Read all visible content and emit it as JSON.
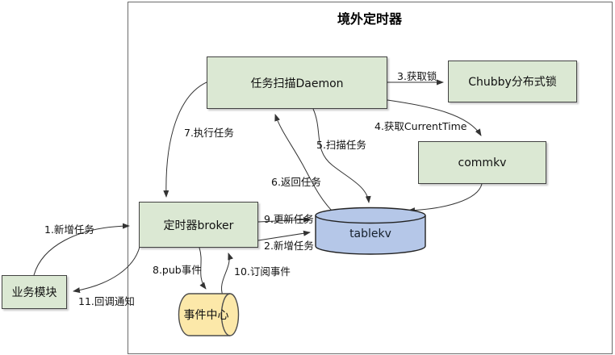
{
  "diagram": {
    "title": "境外定时器",
    "nodes": {
      "daemon": {
        "label": "任务扫描Daemon",
        "type": "box",
        "fill": "#dbe8d3"
      },
      "chubby": {
        "label": "Chubby分布式锁",
        "type": "box",
        "fill": "#dbe8d3"
      },
      "commkv": {
        "label": "commkv",
        "type": "box",
        "fill": "#dbe8d3"
      },
      "broker": {
        "label": "定时器broker",
        "type": "box",
        "fill": "#dbe8d3"
      },
      "tablekv": {
        "label": "tablekv",
        "type": "cylinder-vertical",
        "fill": "#b5c7e8"
      },
      "event_center": {
        "label": "事件中心",
        "type": "cylinder-horizontal",
        "fill": "#fce8a9"
      },
      "business": {
        "label": "业务模块",
        "type": "box",
        "fill": "#dbe8d3"
      }
    },
    "edges": {
      "e1": {
        "label": "1.新增任务",
        "from": "business",
        "to": "broker"
      },
      "e2": {
        "label": "2.新增任务",
        "from": "broker",
        "to": "tablekv"
      },
      "e3": {
        "label": "3.获取锁",
        "from": "daemon",
        "to": "chubby"
      },
      "e4": {
        "label": "4.获取CurrentTime",
        "from": "daemon",
        "to": "commkv"
      },
      "e5": {
        "label": "5.扫描任务",
        "from": "daemon",
        "to": "tablekv"
      },
      "e6": {
        "label": "6.返回任务",
        "from": "tablekv",
        "to": "daemon"
      },
      "e7": {
        "label": "7.执行任务",
        "from": "daemon",
        "to": "broker"
      },
      "e8": {
        "label": "8.pub事件",
        "from": "broker",
        "to": "event_center"
      },
      "e9": {
        "label": "9.更新任务",
        "from": "broker",
        "to": "tablekv"
      },
      "e10": {
        "label": "10.订阅事件",
        "from": "event_center",
        "to": "broker"
      },
      "e11": {
        "label": "11.回调通知",
        "from": "broker",
        "to": "business"
      },
      "e12": {
        "label": "",
        "from": "commkv",
        "to": "tablekv"
      }
    },
    "colors": {
      "node_green": "#dbe8d3",
      "node_blue": "#b5c7e8",
      "node_yellow": "#fce8a9",
      "node_border": "#424242",
      "container_border": "#6b6b6b",
      "arrow": "#333333",
      "text": "#111111"
    }
  }
}
